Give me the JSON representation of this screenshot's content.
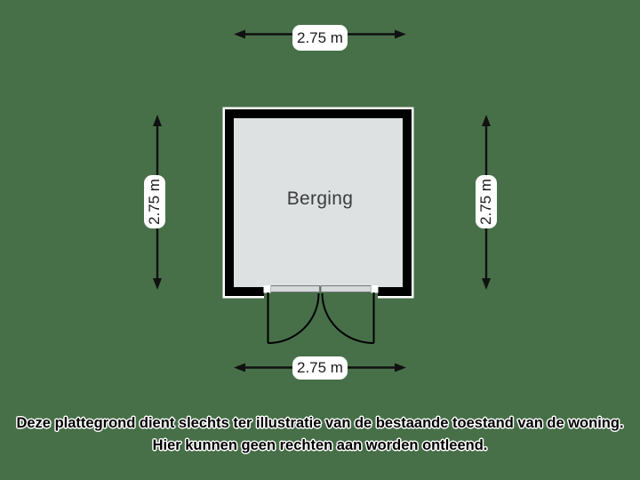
{
  "colors": {
    "background": "#477049",
    "wall": "#000000",
    "wall_outline": "#ffffff",
    "floor": "#dde1e1",
    "threshold_fill": "#d5d9d9",
    "threshold_border": "#737777",
    "arrow": "#111111",
    "room_label_text": "#3c3c3c"
  },
  "floorplan": {
    "room_label": "Berging",
    "dimensions": {
      "top": "2.75 m",
      "bottom": "2.75 m",
      "left": "2.75 m",
      "right": "2.75 m"
    }
  },
  "disclaimer": {
    "line1": "Deze plattegrond dient slechts ter illustratie van de bestaande toestand van de woning.",
    "line2": "Hier kunnen geen rechten aan worden ontleend."
  }
}
